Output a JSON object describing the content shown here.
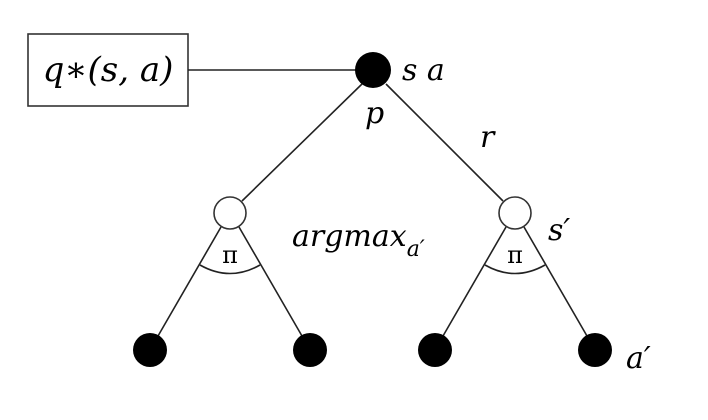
{
  "diagram": {
    "title": "Backup diagram for q*",
    "value_box": {
      "label": "q∗(s, a)"
    },
    "root": {
      "label": "s a",
      "type": "action-state",
      "filled": true
    },
    "transition_labels": {
      "prob": "p",
      "reward": "r"
    },
    "next_states": [
      {
        "id": "left-state",
        "label": "",
        "filled": false,
        "policy_label": "π"
      },
      {
        "id": "right-state",
        "label": "s′",
        "filled": false,
        "policy_label": "π"
      }
    ],
    "operator_label": {
      "base": "argmax",
      "subscript": "a′"
    },
    "leaves": [
      {
        "id": "leaf-1",
        "label": "",
        "filled": true
      },
      {
        "id": "leaf-2",
        "label": "",
        "filled": true
      },
      {
        "id": "leaf-3",
        "label": "",
        "filled": true
      },
      {
        "id": "leaf-4",
        "label": "a′",
        "filled": true
      }
    ]
  }
}
